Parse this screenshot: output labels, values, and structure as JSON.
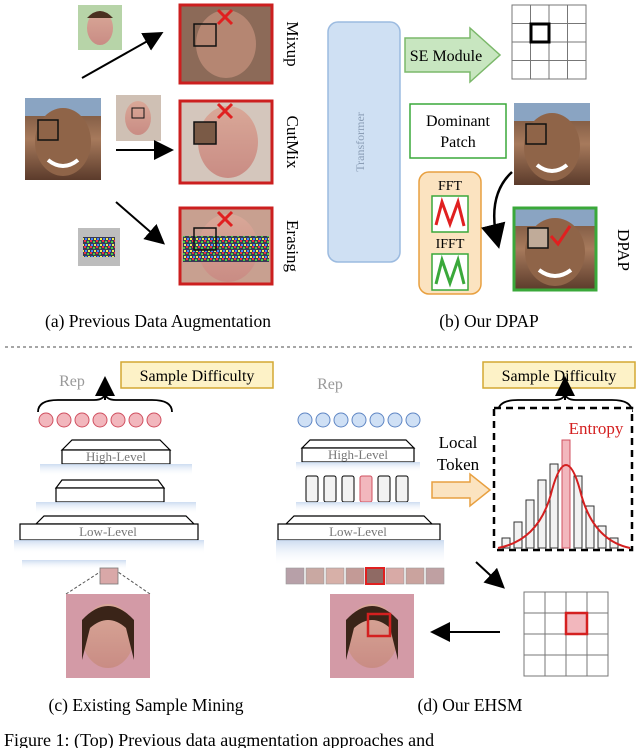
{
  "top": {
    "left_caption": "(a) Previous Data Augmentation",
    "right_caption": "(b) Our DPAP",
    "aug_labels": [
      "Mixup",
      "CutMix",
      "Erasing"
    ],
    "transformer_label": "Transformer",
    "se_module_label": "SE Module",
    "dominant_patch_label_1": "Dominant",
    "dominant_patch_label_2": "Patch",
    "fft_label": "FFT",
    "ifft_label": "IFFT",
    "dpap_label": "DPAP"
  },
  "bottom": {
    "left_caption": "(c) Existing Sample Mining",
    "right_caption": "(d) Our EHSM",
    "rep_label": "Rep",
    "sample_difficulty_label": "Sample Difficulty",
    "high_level_label": "High-Level",
    "low_level_label": "Low-Level",
    "local_token_label_1": "Local",
    "local_token_label_2": "Token",
    "entropy_label": "Entropy"
  },
  "footer_text": "Figure 1: (Top) Previous data augmentation approaches and",
  "colors": {
    "red_mark": "#e02020",
    "green_box": "#3aa83a",
    "transformer_fill": "#cfe0f3",
    "se_fill": "#c8e6c0",
    "sample_box_fill": "#fdf2c7",
    "sample_box_stroke": "#d4a832",
    "fft_fill": "#fbe3c0",
    "fft_stroke": "#e8a040",
    "pink_circle": "#f2b7bd",
    "blue_circle": "#cfe0f5"
  }
}
